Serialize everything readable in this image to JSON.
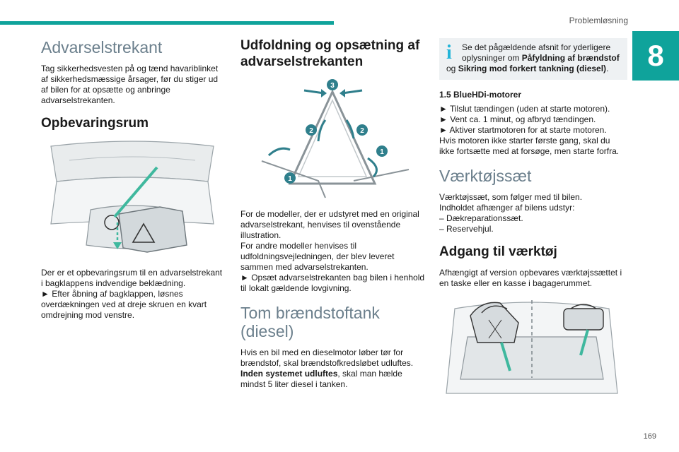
{
  "header": {
    "section": "Problemløsning",
    "chapter": "8",
    "page": "169"
  },
  "col1": {
    "h1": "Advarselstrekant",
    "p1": "Tag sikkerhedsvesten på og tænd havariblinket af sikkerhedsmæssige årsager, før du stiger ud af bilen for at opsætte og anbringe advarselstrekanten.",
    "h2": "Opbevaringsrum",
    "p2": "Der er et opbevaringsrum til en advarselstrekant i bagklappens indvendige beklædning.",
    "p3": "► Efter åbning af bagklappen, løsnes overdækningen ved at dreje skruen en kvart omdrejning mod venstre."
  },
  "col2": {
    "h2": "Udfoldning og opsætning af advarselstrekanten",
    "p1": "For de modeller, der er udstyret med en original advarselstrekant, henvises til ovenstående illustration.",
    "p2": "For andre modeller henvises til udfoldningsvejledningen, der blev leveret sammen med advarselstrekanten.",
    "p3": "► Opsæt advarselstrekanten bag bilen i henhold til lokalt gældende lovgivning.",
    "h1": "Tom brændstoftank (diesel)",
    "p4": "Hvis en bil med en dieselmotor løber tør for brændstof, skal brændstofkredsløbet udluftes.",
    "p5a": "Inden systemet udluftes",
    "p5b": ", skal man hælde mindst 5 liter diesel i tanken.",
    "callouts": [
      "1",
      "1",
      "2",
      "2",
      "3"
    ]
  },
  "col3": {
    "info_a": "Se det pågældende afsnit for yderligere oplysninger om ",
    "info_b": "Påfyldning af brændstof",
    "info_c": " og ",
    "info_d": "Sikring mod forkert tankning (diesel)",
    "info_e": ".",
    "sub": "1.5 BlueHDi-motorer",
    "s1": "► Tilslut tændingen (uden at starte motoren).",
    "s2": "► Vent ca. 1 minut, og afbryd tændingen.",
    "s3": "► Aktiver startmotoren for at starte motoren.",
    "s4": "Hvis motoren ikke starter første gang, skal du ikke fortsætte med at forsøge, men starte forfra.",
    "h1": "Værktøjssæt",
    "p1": "Værktøjssæt, som følger med til bilen.",
    "p2": "Indholdet afhænger af bilens udstyr:",
    "p3": "– Dækreparationssæt.",
    "p4": "– Reservehjul.",
    "h2": "Adgang til værktøj",
    "p5": "Afhængigt af version opbevares værktøjssættet i en taske eller en kasse i bagagerummet."
  },
  "colors": {
    "accent": "#0fa39b",
    "info": "#22b4d8",
    "heading_light": "#6b7f8c"
  }
}
